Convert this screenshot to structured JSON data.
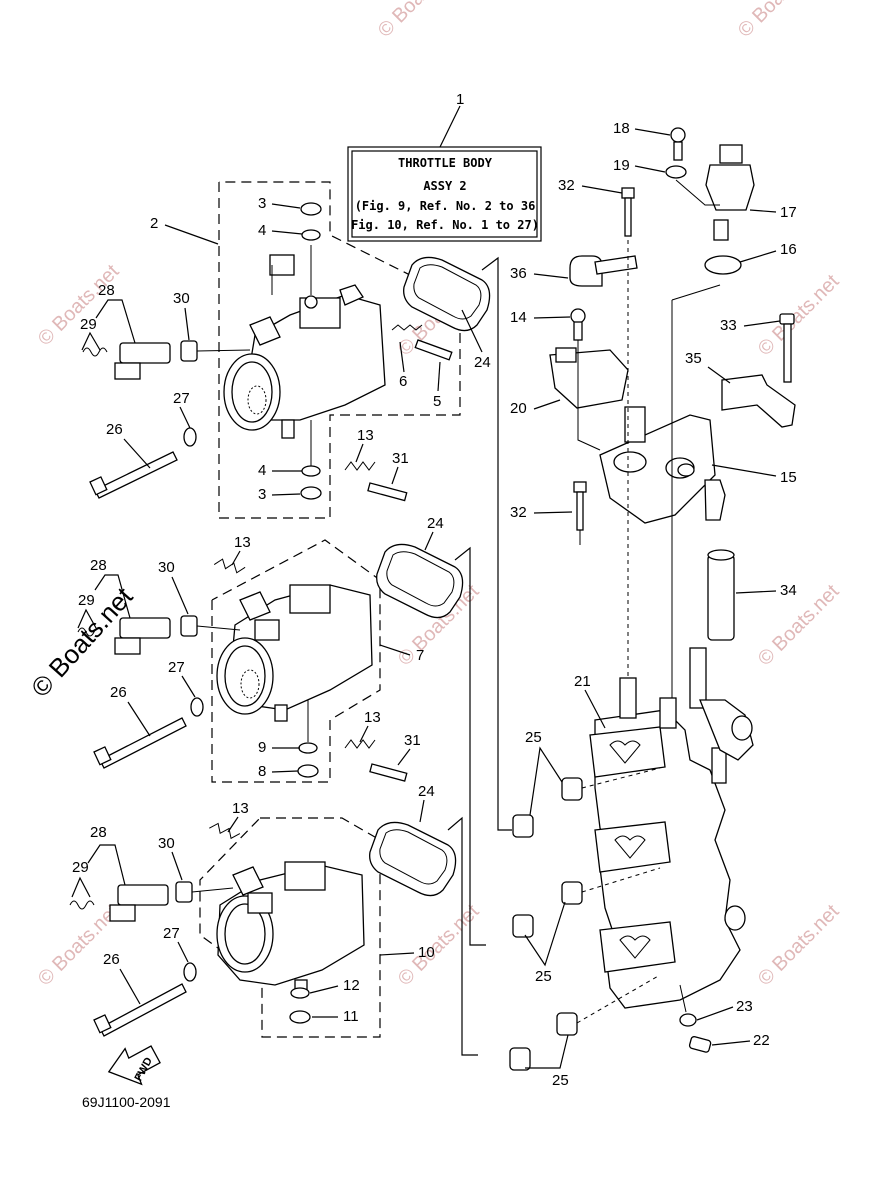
{
  "title_box": {
    "line1": "THROTTLE BODY",
    "line2": "ASSY 2",
    "line3": "(Fig. 9, Ref. No. 2 to 36",
    "line4": "Fig. 10, Ref. No. 1 to 27)"
  },
  "diagram_code": "69J1100-2091",
  "fwd_label": "FWD",
  "watermark": "© Boats.net",
  "callouts": {
    "c1": "1",
    "c2": "2",
    "c3a": "3",
    "c3b": "3",
    "c4a": "4",
    "c4b": "4",
    "c5": "5",
    "c6": "6",
    "c7": "7",
    "c8": "8",
    "c9": "9",
    "c10": "10",
    "c11": "11",
    "c12": "12",
    "c13a": "13",
    "c13b": "13",
    "c13c": "13",
    "c13d": "13",
    "c14": "14",
    "c15": "15",
    "c16": "16",
    "c17": "17",
    "c18": "18",
    "c19": "19",
    "c20": "20",
    "c21": "21",
    "c22": "22",
    "c23": "23",
    "c24a": "24",
    "c24b": "24",
    "c24c": "24",
    "c25a": "25",
    "c25b": "25",
    "c25c": "25",
    "c26a": "26",
    "c26b": "26",
    "c26c": "26",
    "c27a": "27",
    "c27b": "27",
    "c27c": "27",
    "c28a": "28",
    "c28b": "28",
    "c28c": "28",
    "c29a": "29",
    "c29b": "29",
    "c29c": "29",
    "c30a": "30",
    "c30b": "30",
    "c30c": "30",
    "c31a": "31",
    "c31b": "31",
    "c32a": "32",
    "c32b": "32",
    "c33": "33",
    "c34": "34",
    "c35": "35",
    "c36": "36"
  }
}
